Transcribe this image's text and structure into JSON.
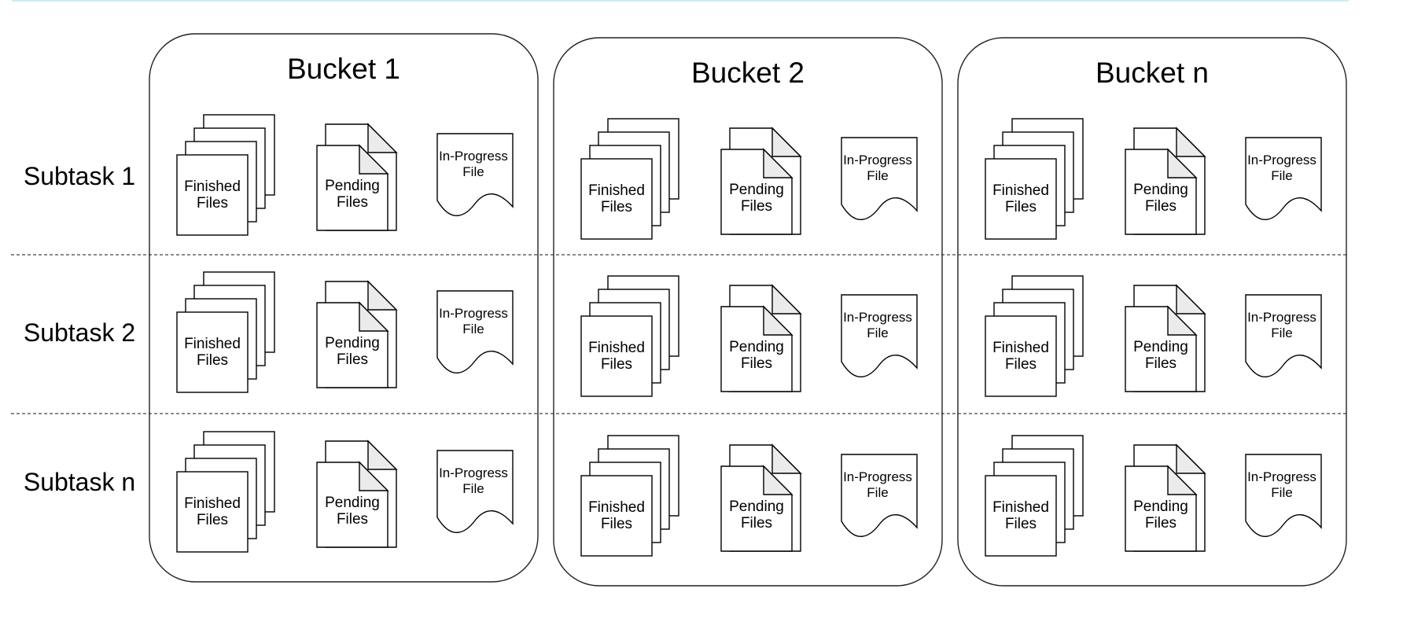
{
  "buckets": [
    {
      "title": "Bucket 1"
    },
    {
      "title": "Bucket 2"
    },
    {
      "title": "Bucket n"
    }
  ],
  "subtasks": [
    {
      "label": "Subtask 1"
    },
    {
      "label": "Subtask 2"
    },
    {
      "label": "Subtask n"
    }
  ],
  "file_types": {
    "finished": [
      "Finished",
      "Files"
    ],
    "pending": [
      "Pending",
      "Files"
    ],
    "in_progress": [
      "In-Progress",
      "File"
    ]
  },
  "colors": {
    "stroke": "#000000",
    "fold_fill": "#ebebeb",
    "top_strip": "#cdeef0"
  }
}
